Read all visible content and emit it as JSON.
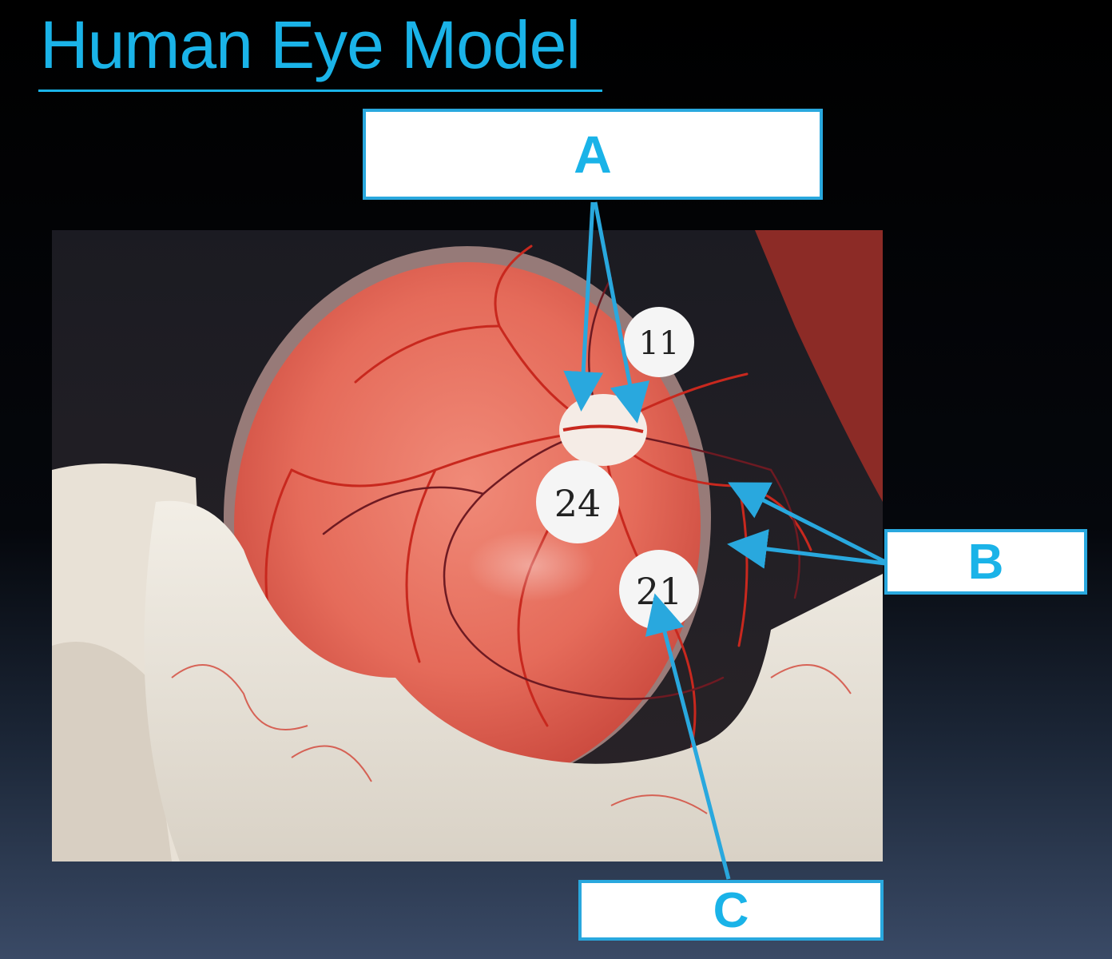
{
  "title": "Human Eye Model",
  "labels": {
    "a": "A",
    "b": "B",
    "c": "C"
  },
  "stickers": {
    "top": "11",
    "middle": "24",
    "bottom": "21"
  },
  "colors": {
    "accent": "#1ab3e8",
    "arrow": "#29a8de",
    "retina": "#e56b5a",
    "vessel": "#c8281e"
  }
}
